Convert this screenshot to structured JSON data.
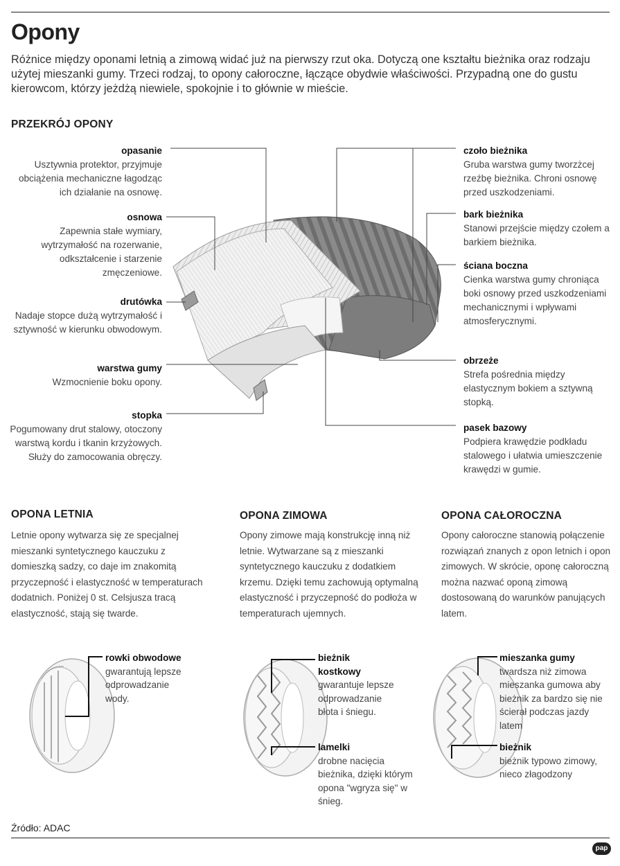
{
  "title": "Opony",
  "intro": "Różnice między oponami letnią a zimową widać już na pierwszy rzut oka. Dotyczą one kształtu bieżnika oraz rodzaju użytej mieszanki gumy. Trzeci rodzaj, to opony całoroczne, łączące obydwie właściwości. Przypadną one do gustu kierowcom, którzy jeżdżą niewiele, spokojnie i to głównie w mieście.",
  "cross_section": {
    "heading": "PRZEKRÓJ OPONY",
    "left": [
      {
        "name": "opasanie",
        "desc": "Usztywnia protektor, przyjmuje obciążenia mechaniczne łagodząc ich działanie na osnowę."
      },
      {
        "name": "osnowa",
        "desc": "Zapewnia stałe wymiary, wytrzymałość na rozerwanie, odkształcenie i starzenie zmęczeniowe."
      },
      {
        "name": "drutówka",
        "desc": "Nadaje stopce dużą wytrzymałość i sztywność w kierunku obwodowym."
      },
      {
        "name": "warstwa gumy",
        "desc": "Wzmocnienie boku opony."
      },
      {
        "name": "stopka",
        "desc": "Pogumowany drut stalowy, otoczony warstwą kordu i tkanin krzyżowych. Służy do zamocowania obręczy."
      }
    ],
    "right": [
      {
        "name": "czoło bieżnika",
        "desc": "Gruba warstwa gumy tworzżcej rzeźbę bieżnika. Chroni osnowę przed uszkodzeniami."
      },
      {
        "name": "bark bieżnika",
        "desc": "Stanowi przejście między czołem a barkiem bieżnika."
      },
      {
        "name": "ściana boczna",
        "desc": "Cienka warstwa gumy chroniąca boki osnowy przed uszkodzeniami mechanicznymi i wpływami atmosferycznymi."
      },
      {
        "name": "obrzeże",
        "desc": "Strefa pośrednia między elastycznym bokiem a sztywną stopką."
      },
      {
        "name": "pasek bazowy",
        "desc": "Podpiera krawędzie podkładu stalowego i ułatwia umieszczenie krawędzi w gumie."
      }
    ]
  },
  "columns": [
    {
      "heading": "OPONA LETNIA",
      "text": "Letnie opony wytwarza się ze specjalnej mieszanki syntetycznego kauczuku z domieszką sadzy, co daje im znakomitą przyczepność i elastyczność w temperaturach dodatnich. Poniżej 0 st. Celsjusza tracą elastyczność, stają się twarde.",
      "labels": [
        {
          "name": "rowki obwodowe",
          "desc": "gwarantują lepsze odprowadzanie wody."
        }
      ]
    },
    {
      "heading": "OPONA ZIMOWA",
      "text": "Opony zimowe mają konstrukcję  inną niż letnie. Wytwarzane są z mieszanki syntetycznego kauczuku z dodatkiem krzemu. Dzięki temu zachowują optymalną elastyczność  i przyczepność do podłoża w temperaturach ujemnych.",
      "labels": [
        {
          "name": "bieżnik kostkowy",
          "desc": "gwarantuje lepsze odprowadzanie błota i śniegu."
        },
        {
          "name": "lamelki",
          "desc": "drobne nacięcia bieżnika, dzięki którym opona \"wgryza się\" w śnieg."
        }
      ]
    },
    {
      "heading": "OPONA CAŁOROCZNA",
      "text": "Opony całoroczne stanowią połączenie rozwiązań znanych z opon letnich i opon zimowych. W skrócie, oponę całoroczną można nazwać oponą zimową dostosowaną do warunków panujących latem.",
      "labels": [
        {
          "name": "mieszanka gumy",
          "desc": "twardsza niż zimowa mieszanka gumowa aby bieżnik za bardzo się nie ścierał podczas jazdy latem"
        },
        {
          "name": "bieżnik",
          "desc": "bieżnik typowo zimowy, nieco złagodzony"
        }
      ]
    }
  ],
  "source": "Źródło: ADAC",
  "logo": "pap"
}
